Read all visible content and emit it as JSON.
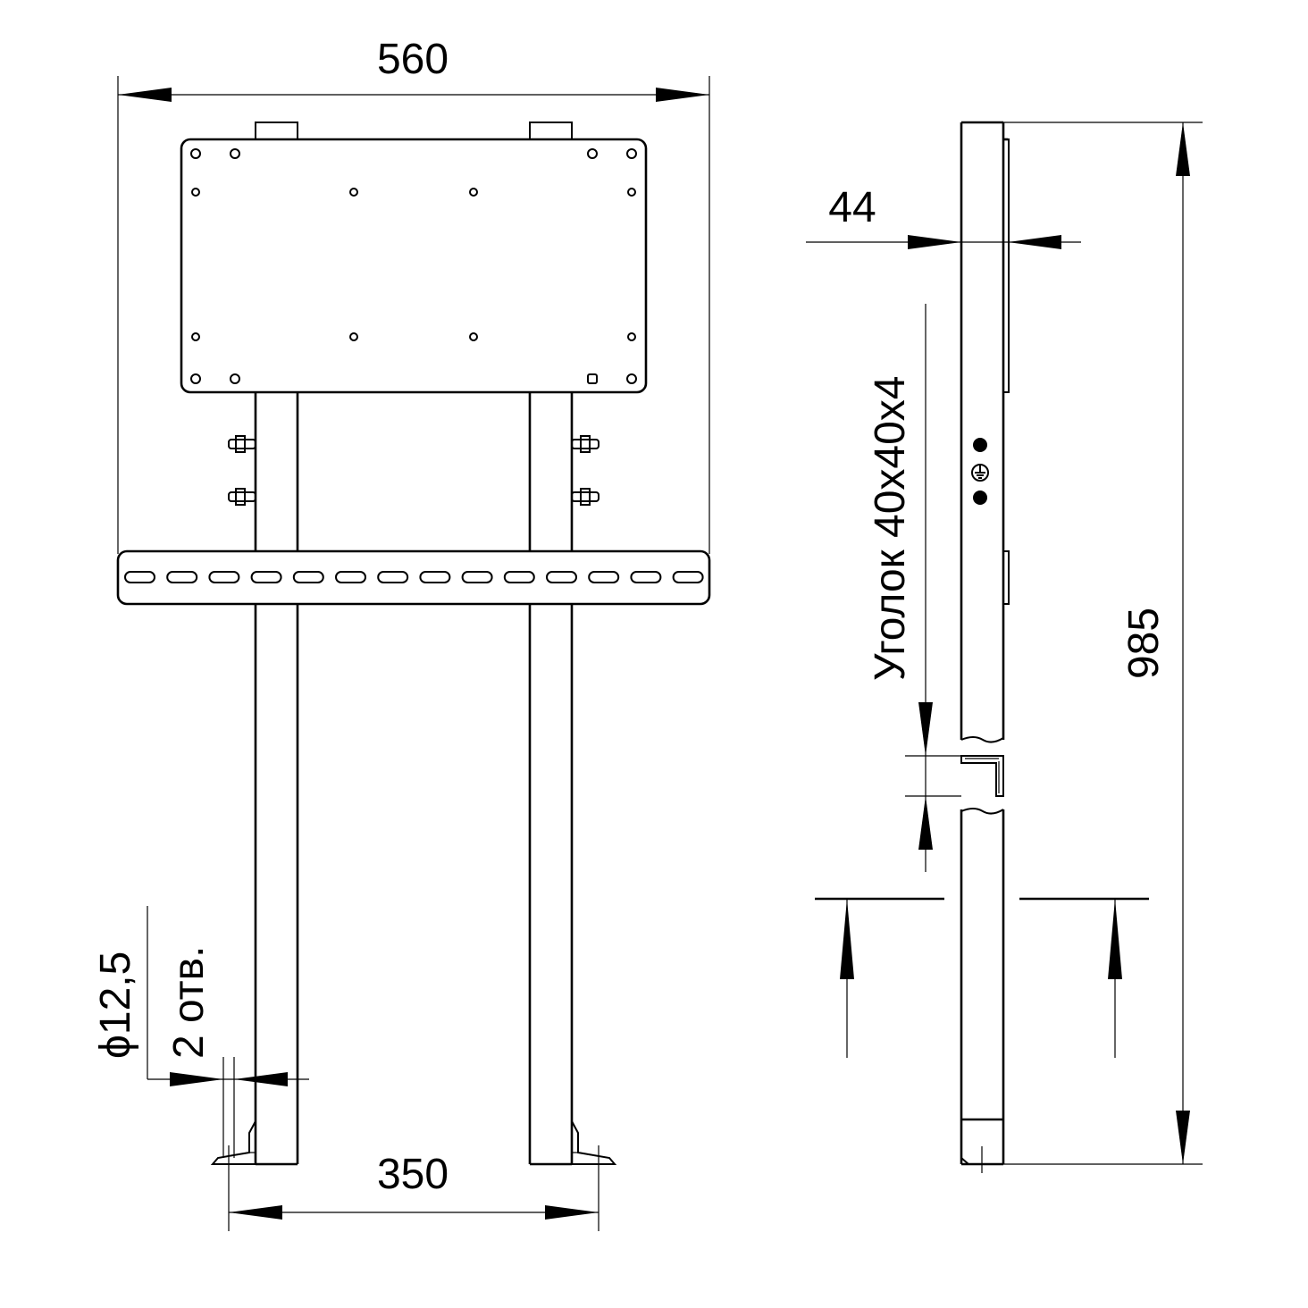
{
  "dimensions": {
    "overall_width": "560",
    "foot_spacing": "350",
    "depth": "44",
    "height": "985",
    "hole_diameter": "ϕ12,5",
    "hole_count": "2 отв.",
    "angle_profile": "Уголок 40х40х4"
  },
  "colors": {
    "line": "#000000",
    "background": "#ffffff"
  }
}
